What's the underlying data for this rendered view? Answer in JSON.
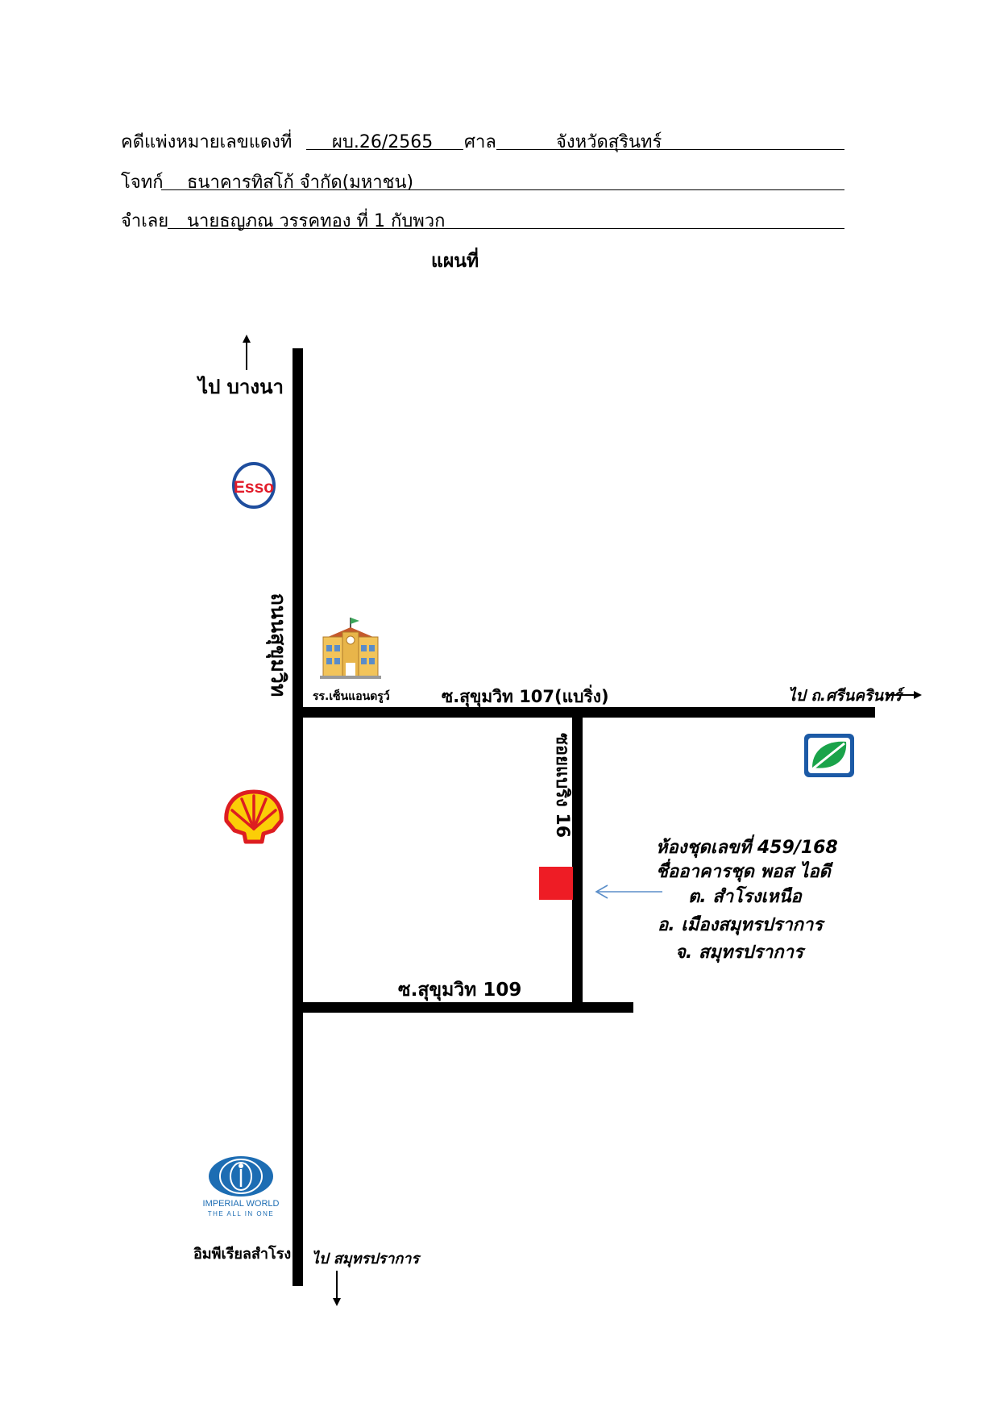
{
  "header": {
    "case_label": "คดีแพ่งหมายเลขแดงที่",
    "case_number": "ผบ.26/2565",
    "court_label": "ศาล",
    "court_name": "จังหวัดสุรินทร์",
    "plaintiff_label": "โจทก์",
    "plaintiff_name": "ธนาคารทิสโก้ จำกัด(มหาชน)",
    "defendant_label": "จำเลย",
    "defendant_name": "นายธญภณ  วรรคทอง ที่ 1 กับพวก",
    "doc_title": "แผนที่"
  },
  "map": {
    "north_dest": "ไป บางนา",
    "main_road": "ถนนสุขุมวิท",
    "school": "รร.เซ็นแอนดรูว์",
    "soi_107": "ซ.สุขุมวิท 107(แบริ่ง)",
    "east_dest": "ไป ถ.ศรีนครินทร์",
    "soi_16": "ซอยแบริ่ง 16",
    "soi_109": "ซ.สุขุมวิท 109",
    "south_dest": "ไป สมุทรปราการ",
    "imperial_label": "อิมพีเรียลสำโรง",
    "imperial_logo_line1": "IMPERIAL WORLD",
    "imperial_logo_line2": "THE ALL IN ONE",
    "esso_logo_text": "Esso",
    "target": {
      "line1": "ห้องชุดเลขที่ 459/168",
      "line2": "ชื่ออาคารชุด พอส ไอดี",
      "line3": "ต. สำโรงเหนือ",
      "line4": "อ. เมืองสมุทรปราการ",
      "line5": "จ. สมุทรปราการ"
    }
  },
  "colors": {
    "target_marker": "#ee1c25",
    "pointer_arrow": "#5b8ec9",
    "esso_red": "#e21c2a",
    "esso_blue": "#1f4e9e",
    "shell_red": "#dd1d21",
    "shell_yellow": "#fbce07",
    "bangchak_green": "#1aa34a",
    "bangchak_blue": "#1c5aa6",
    "imperial_blue": "#1d6db3"
  }
}
